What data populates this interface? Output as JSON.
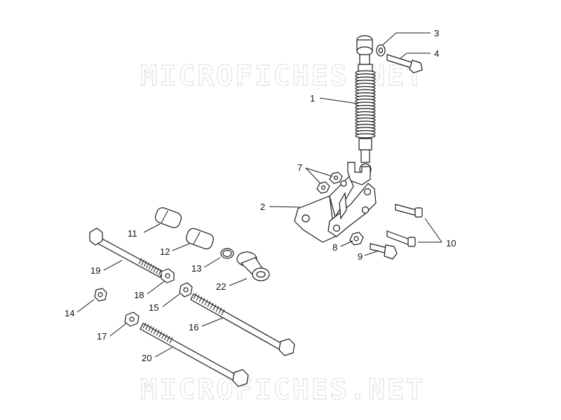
{
  "watermark": {
    "top": "MICROFICHES.NET",
    "bottom": "MICROFICHES.NET"
  },
  "callouts": [
    {
      "id": "1",
      "label": "1"
    },
    {
      "id": "2",
      "label": "2"
    },
    {
      "id": "3",
      "label": "3"
    },
    {
      "id": "4",
      "label": "4"
    },
    {
      "id": "7",
      "label": "7"
    },
    {
      "id": "8",
      "label": "8"
    },
    {
      "id": "9",
      "label": "9"
    },
    {
      "id": "10",
      "label": "10"
    },
    {
      "id": "11",
      "label": "11"
    },
    {
      "id": "12",
      "label": "12"
    },
    {
      "id": "13",
      "label": "13"
    },
    {
      "id": "14",
      "label": "14"
    },
    {
      "id": "15",
      "label": "15"
    },
    {
      "id": "16",
      "label": "16"
    },
    {
      "id": "17",
      "label": "17"
    },
    {
      "id": "18",
      "label": "18"
    },
    {
      "id": "19",
      "label": "19"
    },
    {
      "id": "20",
      "label": "20"
    },
    {
      "id": "22",
      "label": "22"
    }
  ]
}
